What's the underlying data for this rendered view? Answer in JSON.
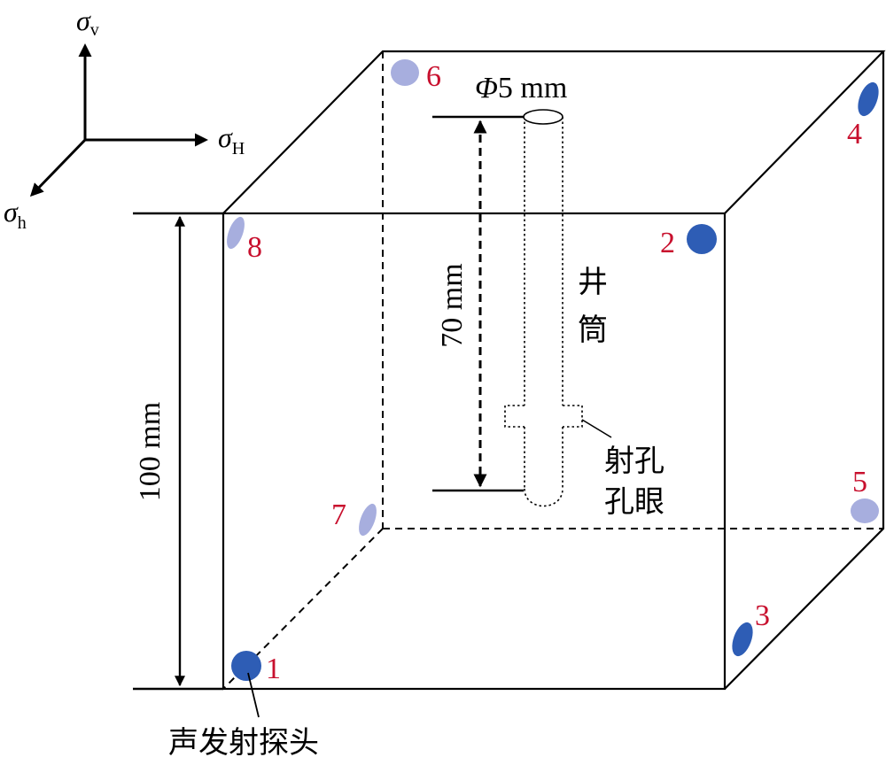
{
  "axes": {
    "vertical": {
      "symbol": "σ",
      "subscript": "v"
    },
    "max_horizontal": {
      "symbol": "σ",
      "subscript": "H"
    },
    "min_horizontal": {
      "symbol": "σ",
      "subscript": "h"
    }
  },
  "dimensions": {
    "height": "100 mm",
    "well_depth": "70 mm",
    "well_diameter_symbol": "Φ",
    "well_diameter_value": "5 mm"
  },
  "labels": {
    "wellbore_line1": "井",
    "wellbore_line2": "筒",
    "perforation_line1": "射孔",
    "perforation_line2": "孔眼",
    "ae_sensor": "声发射探头"
  },
  "sensors": [
    {
      "id": "1",
      "label": "1",
      "visibility": "front"
    },
    {
      "id": "2",
      "label": "2",
      "visibility": "front"
    },
    {
      "id": "3",
      "label": "3",
      "visibility": "front"
    },
    {
      "id": "4",
      "label": "4",
      "visibility": "front"
    },
    {
      "id": "5",
      "label": "5",
      "visibility": "back"
    },
    {
      "id": "6",
      "label": "6",
      "visibility": "back"
    },
    {
      "id": "7",
      "label": "7",
      "visibility": "back"
    },
    {
      "id": "8",
      "label": "8",
      "visibility": "back"
    }
  ],
  "colors": {
    "sensor_front": "#2E5DB5",
    "sensor_back": "#A7AEDE",
    "sensor_label": "#C8102E",
    "line": "#000000"
  }
}
